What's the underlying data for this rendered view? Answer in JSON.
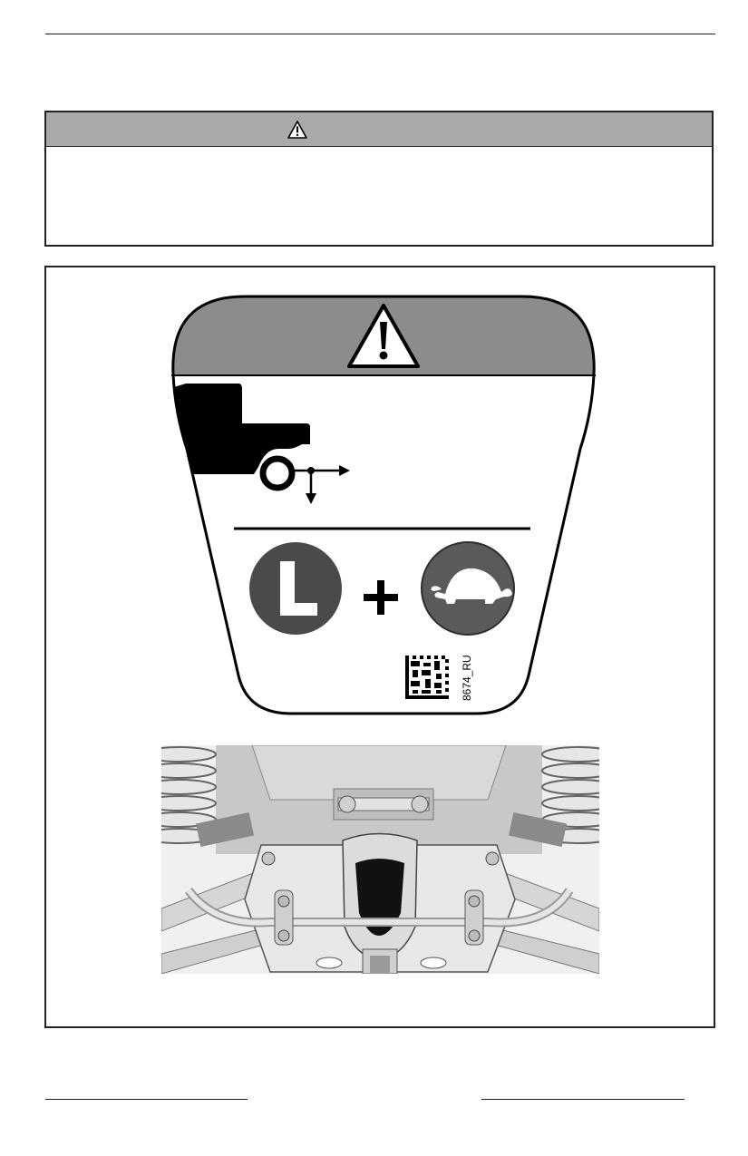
{
  "warning": {
    "header_text": "",
    "body_text": ""
  },
  "label": {
    "code": "8674_RU",
    "mode_letter": "L",
    "plus_sign": "+",
    "colors": {
      "header_gray": "#8c8c8c",
      "circle_dark": "#4a4a4a",
      "circle_turtle": "#5a5a5a",
      "outline": "#000000"
    },
    "icons": [
      "warning-triangle-icon",
      "vehicle-towing-icon",
      "tow-direction-arrows-icon",
      "low-range-icon",
      "turtle-icon",
      "data-matrix-code"
    ]
  },
  "figure": {
    "photo": "front-suspension-tow-hook"
  }
}
